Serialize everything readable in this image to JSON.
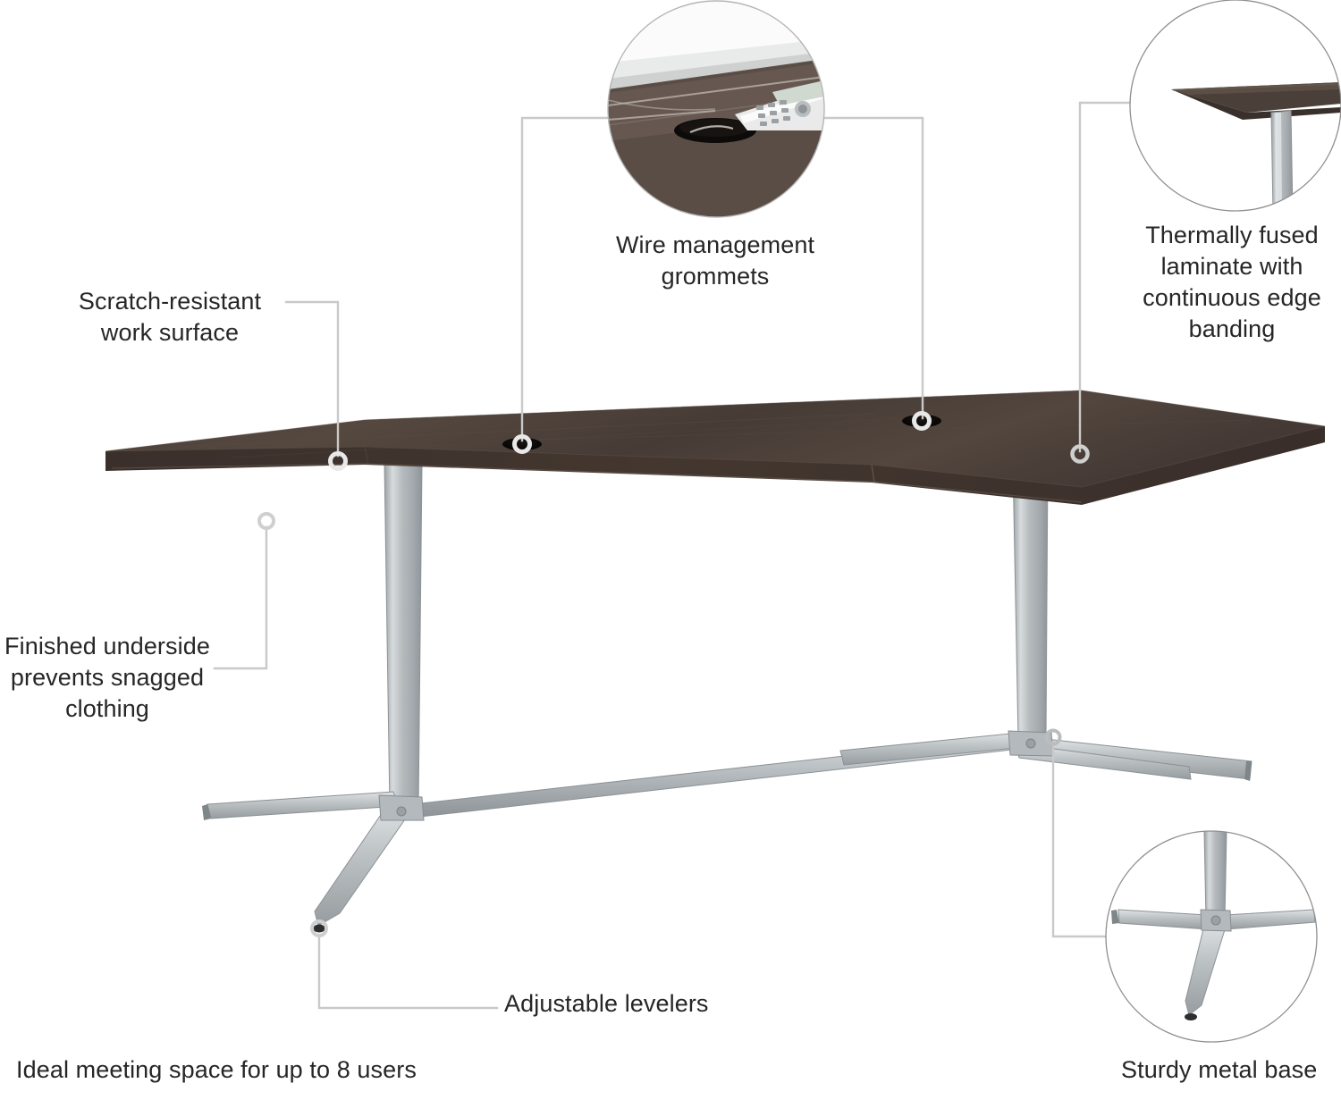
{
  "product": {
    "type": "conference-table",
    "surface_color": "#453a36",
    "leg_color": "#b9bdc0",
    "leader_line_color": "#c9c9c9",
    "background_color": "#ffffff",
    "text_color": "#262626"
  },
  "callouts": [
    {
      "id": "scratch-resistant",
      "name": "callout-scratch-resistant",
      "text": "Scratch-resistant\nwork surface",
      "align": "center"
    },
    {
      "id": "wire-management",
      "name": "callout-wire-management",
      "text": "Wire management\ngrommets",
      "align": "center"
    },
    {
      "id": "thermally-fused",
      "name": "callout-thermally-fused-laminate",
      "text": "Thermally fused\nlaminate with\ncontinuous edge\nbanding",
      "align": "center"
    },
    {
      "id": "finished-underside",
      "name": "callout-finished-underside",
      "text": "Finished underside\nprevents snagged\nclothing",
      "align": "center"
    },
    {
      "id": "adjustable-levelers",
      "name": "callout-adjustable-levelers",
      "text": "Adjustable levelers",
      "align": "left"
    }
  ],
  "captions": {
    "bottom_left": "Ideal meeting space for up to 8 users",
    "bottom_right": "Sturdy metal base"
  },
  "insets": [
    {
      "id": "grommet-photo",
      "name": "inset-wire-management-photo",
      "description": "close-up photo of tabletop grommet with desk phone"
    },
    {
      "id": "edge-banding-photo",
      "name": "inset-edge-banding-photo",
      "description": "close-up of table edge corner and silver leg"
    },
    {
      "id": "metal-base-photo",
      "name": "inset-metal-base-photo",
      "description": "close-up of silver T-shaped metal base"
    }
  ]
}
